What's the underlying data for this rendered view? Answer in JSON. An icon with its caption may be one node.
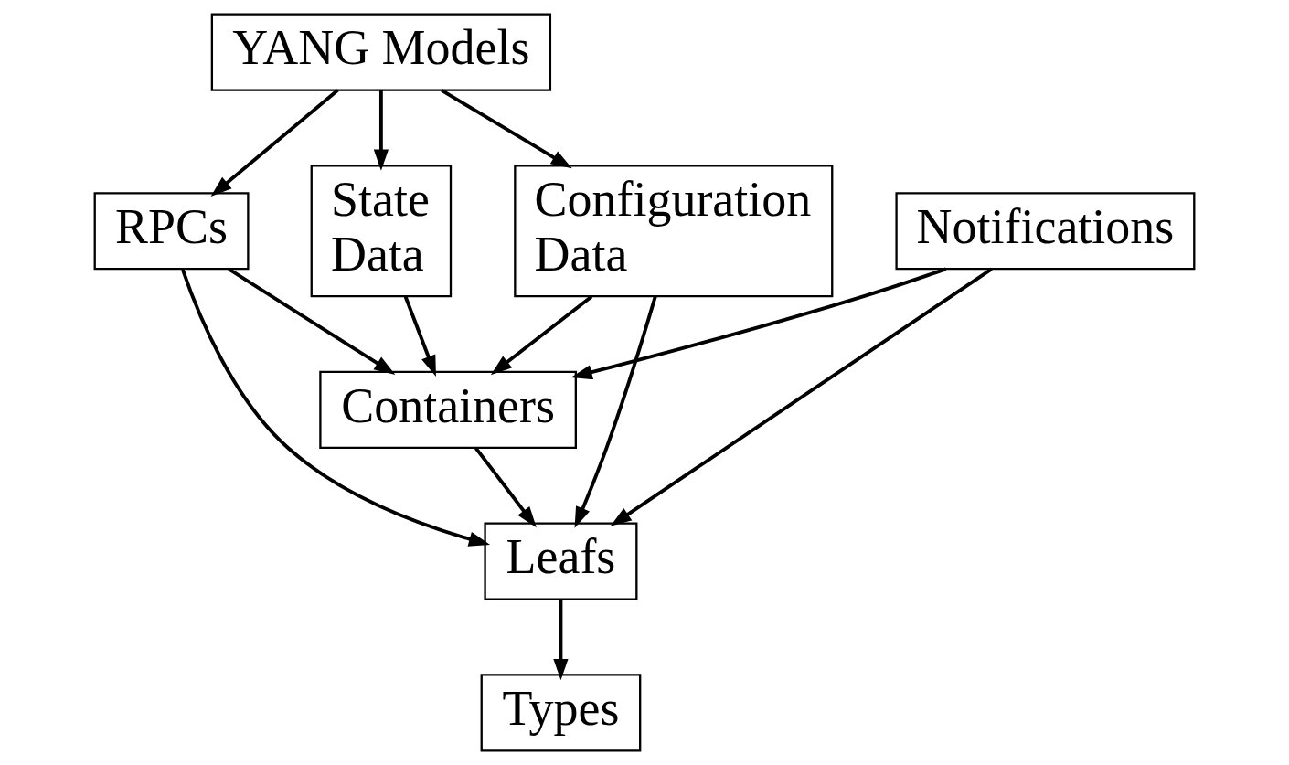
{
  "diagram": {
    "nodes": [
      {
        "text": [
          "YANG Models"
        ]
      },
      {
        "text": [
          "Configuration Data"
        ]
      },
      {
        "text": [
          "State Data"
        ]
      },
      {
        "text": [
          "RPCs"
        ]
      },
      {
        "text": [
          "Notifications"
        ]
      },
      {
        "text": [
          "Containers"
        ]
      },
      {
        "text": [
          "Leafs"
        ]
      },
      {
        "text": [
          "Types"
        ]
      }
    ],
    "edges": [
      {
        "from": 0,
        "to": 1,
        "arrow": "to"
      },
      {
        "from": 0,
        "to": 2,
        "arrow": "to"
      },
      {
        "from": 0,
        "to": 3,
        "arrow": "to"
      },
      {
        "from": 1,
        "to": 5,
        "arrow": "to"
      },
      {
        "from": 1,
        "to": 6,
        "arrow": "to"
      },
      {
        "from": 2,
        "to": 5,
        "arrow": "to"
      },
      {
        "from": 3,
        "to": 5,
        "arrow": "to"
      },
      {
        "from": 3,
        "to": 6,
        "arrow": "to"
      },
      {
        "from": 4,
        "to": 5,
        "arrow": "to"
      },
      {
        "from": 4,
        "to": 6,
        "arrow": "to"
      },
      {
        "from": 5,
        "to": 6,
        "arrow": "to"
      },
      {
        "from": 6,
        "to": 7,
        "arrow": "to"
      }
    ]
  }
}
